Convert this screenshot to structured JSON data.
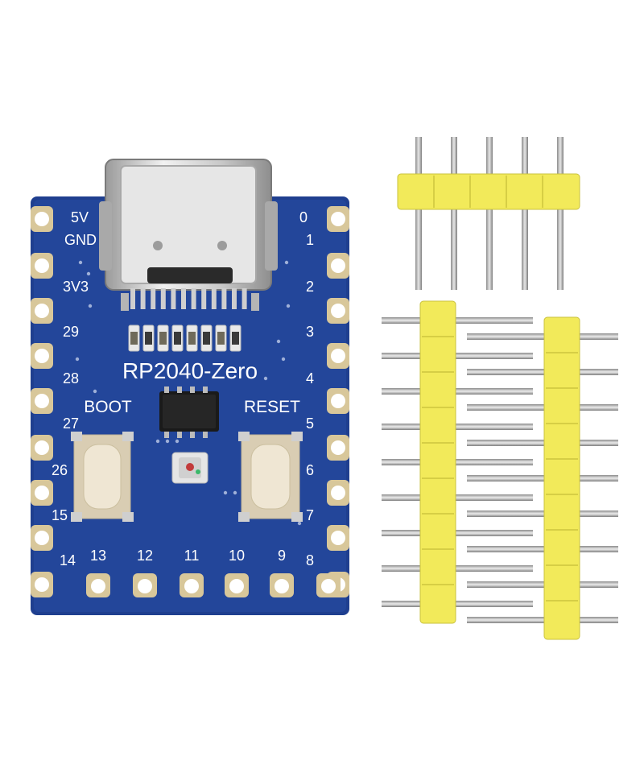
{
  "board": {
    "name": "RP2040-Zero",
    "boot_label": "BOOT",
    "reset_label": "RESET",
    "left_pins": [
      "5V",
      "GND",
      "3V3",
      "29",
      "28",
      "27",
      "26",
      "15",
      "14"
    ],
    "right_pins": [
      "0",
      "1",
      "2",
      "3",
      "4",
      "5",
      "6",
      "7",
      "8"
    ],
    "bottom_pins": [
      "13",
      "12",
      "11",
      "10",
      "9"
    ]
  },
  "colors": {
    "pcb": "#1f3f8f",
    "pin_header": "#f2ea5a",
    "pad_gold": "#d8c79a",
    "button_cap": "#e8dcc4"
  },
  "headers": {
    "short_pin_count": 5,
    "long_pin_count": 9,
    "long_header_count": 2
  }
}
